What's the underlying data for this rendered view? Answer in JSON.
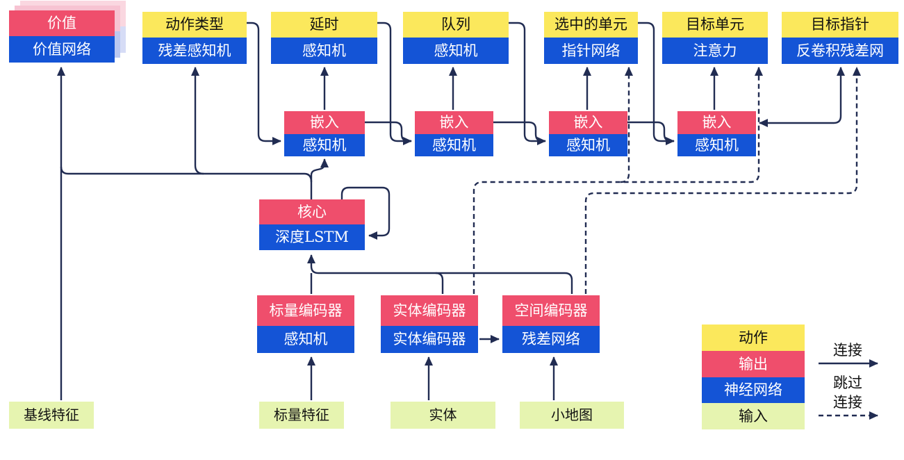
{
  "colors": {
    "action_yellow": "#FBE85C",
    "output_pink": "#EF4E6C",
    "network_blue": "#1454D6",
    "input_green": "#E6F4B0",
    "line_navy": "#212C52"
  },
  "nodes": {
    "value": {
      "output": "价值",
      "network": "价值网络"
    },
    "action_type": {
      "action": "动作类型",
      "network": "残差感知机"
    },
    "delay": {
      "action": "延时",
      "network": "感知机"
    },
    "queue": {
      "action": "队列",
      "network": "感知机"
    },
    "selected_units": {
      "action": "选中的单元",
      "network": "指针网络"
    },
    "target_unit": {
      "action": "目标单元",
      "network": "注意力"
    },
    "target_pointer": {
      "action": "目标指针",
      "network": "反卷积残差网"
    },
    "embed_1": {
      "output": "嵌入",
      "network": "感知机"
    },
    "embed_2": {
      "output": "嵌入",
      "network": "感知机"
    },
    "embed_3": {
      "output": "嵌入",
      "network": "感知机"
    },
    "embed_4": {
      "output": "嵌入",
      "network": "感知机"
    },
    "core": {
      "output": "核心",
      "network": "深度LSTM"
    },
    "scalar_encoder": {
      "output": "标量编码器",
      "network": "感知机"
    },
    "entity_encoder": {
      "output": "实体编码器",
      "network": "实体编码器"
    },
    "spatial_encoder": {
      "output": "空间编码器",
      "network": "残差网络"
    },
    "baseline_features": {
      "input": "基线特征"
    },
    "scalar_features": {
      "input": "标量特征"
    },
    "entities": {
      "input": "实体"
    },
    "minimap": {
      "input": "小地图"
    }
  },
  "legend": {
    "action": "动作",
    "output": "输出",
    "neural_network": "神经网络",
    "input": "输入",
    "solid_arrow_label": "连接",
    "dashed_arrow_label_line1": "跳过",
    "dashed_arrow_label_line2": "连接"
  }
}
